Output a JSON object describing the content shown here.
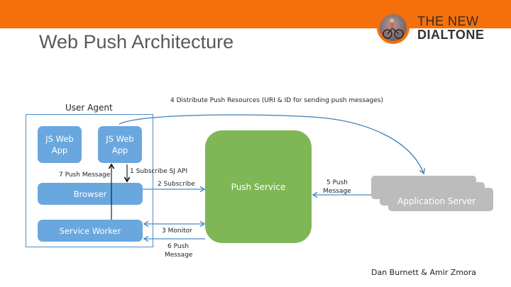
{
  "slide": {
    "title": "Web Push Architecture",
    "logo": {
      "line1": "THE NEW",
      "line2": "DIALTONE",
      "image": "cyclist-photo"
    },
    "author": "Dan Burnett & Amir Zmora",
    "colors": {
      "header": "#f5700a",
      "client_box": "#6aa7de",
      "push_service": "#7fb756",
      "app_server": "#bcbcbc",
      "arrow": "#4a8cc4"
    }
  },
  "diagram": {
    "user_agent_label": "User Agent",
    "nodes": {
      "js_app_1": "JS Web\nApp",
      "js_app_2": "JS Web\nApp",
      "browser": "Browser",
      "service_worker": "Service Worker",
      "push_service": "Push Service",
      "application_server": "Application Server"
    },
    "edges": [
      {
        "id": "1",
        "label": "1 Subscribe SJ API",
        "from": "js_app_2",
        "to": "browser"
      },
      {
        "id": "2",
        "label": "2 Subscribe",
        "from": "browser",
        "to": "push_service"
      },
      {
        "id": "3",
        "label": "3 Monitor",
        "from": "service_worker",
        "to": "push_service",
        "bidirectional": true
      },
      {
        "id": "4",
        "label": "4 Distribute Push Resources (URI & ID for sending push messages)",
        "from": "js_app_2",
        "to": "application_server"
      },
      {
        "id": "5",
        "label_line1": "5 Push",
        "label_line2": "Message",
        "from": "application_server",
        "to": "push_service"
      },
      {
        "id": "6",
        "label_line1": "6 Push",
        "label_line2": "Message",
        "from": "push_service",
        "to": "service_worker"
      },
      {
        "id": "7",
        "label": "7 Push Message",
        "from": "service_worker",
        "to": "js_app_2"
      }
    ]
  }
}
